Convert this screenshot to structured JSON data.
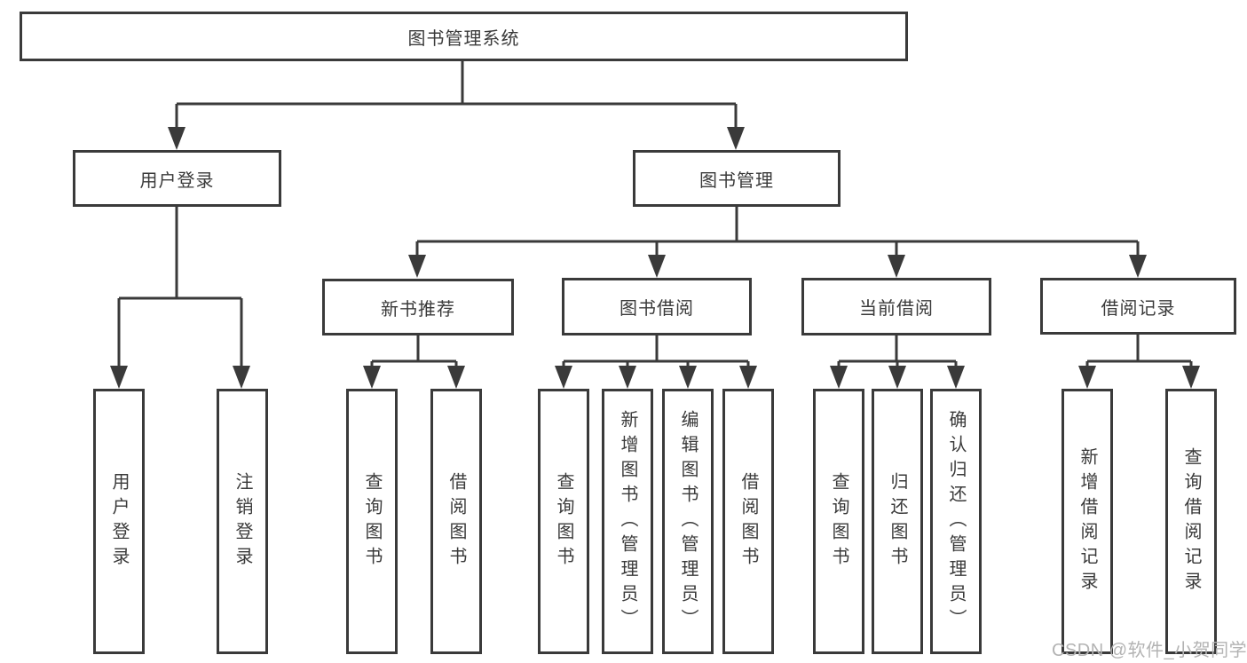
{
  "tree": {
    "label": "图书管理系统",
    "children": [
      {
        "label": "用户登录",
        "children": [
          {
            "label": "用户登录"
          },
          {
            "label": "注销登录"
          }
        ]
      },
      {
        "label": "图书管理",
        "children": [
          {
            "label": "新书推荐",
            "children": [
              {
                "label": "查询图书"
              },
              {
                "label": "借阅图书"
              }
            ]
          },
          {
            "label": "图书借阅",
            "children": [
              {
                "label": "查询图书"
              },
              {
                "label": "新增图书（管理员）"
              },
              {
                "label": "编辑图书（管理员）"
              },
              {
                "label": "借阅图书"
              }
            ]
          },
          {
            "label": "当前借阅",
            "children": [
              {
                "label": "查询图书"
              },
              {
                "label": "归还图书"
              },
              {
                "label": "确认归还（管理员）"
              }
            ]
          },
          {
            "label": "借阅记录",
            "children": [
              {
                "label": "新增借阅记录"
              },
              {
                "label": "查询借阅记录"
              }
            ]
          }
        ]
      }
    ]
  },
  "watermark": {
    "text": "CSDN @软件_小贺同学"
  },
  "colors": {
    "line": "#3a3a3a",
    "watermark": "#b3b3b3",
    "background": "#ffffff"
  }
}
